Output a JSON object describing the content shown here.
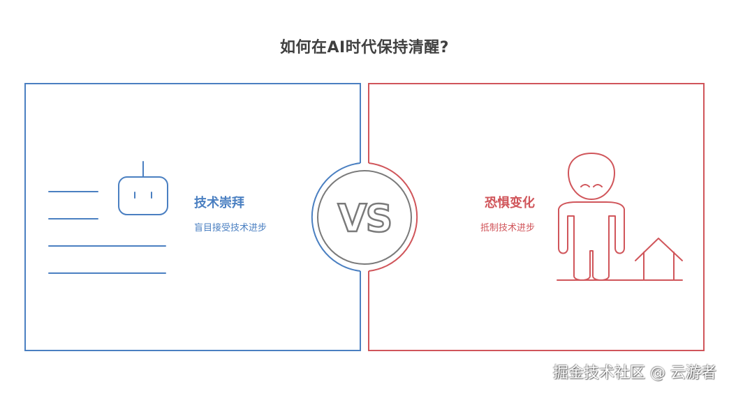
{
  "title": "如何在AI时代保持清醒?",
  "left_panel": {
    "heading": "技术崇拜",
    "description": "盲目接受技术进步",
    "color": "#4a7fc1"
  },
  "right_panel": {
    "heading": "恐惧变化",
    "description": "抵制技术进步",
    "color": "#d0555a"
  },
  "center": {
    "label": "VS",
    "color": "#7a7a7a"
  },
  "icons": {
    "left": "robot-with-text-lines-icon",
    "right": "frightened-figure-with-house-icon"
  },
  "watermark": "掘金技术社区 @ 云游者"
}
